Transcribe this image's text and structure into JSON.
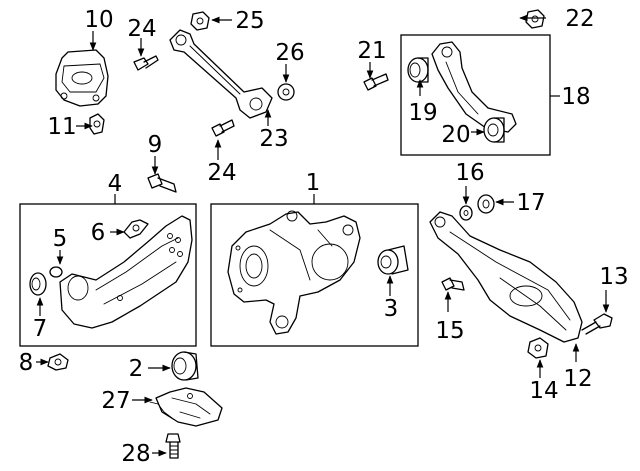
{
  "callouts": [
    {
      "id": "1",
      "label": "1"
    },
    {
      "id": "2",
      "label": "2"
    },
    {
      "id": "3",
      "label": "3"
    },
    {
      "id": "4",
      "label": "4"
    },
    {
      "id": "5",
      "label": "5"
    },
    {
      "id": "6",
      "label": "6"
    },
    {
      "id": "7",
      "label": "7"
    },
    {
      "id": "8",
      "label": "8"
    },
    {
      "id": "9",
      "label": "9"
    },
    {
      "id": "10",
      "label": "10"
    },
    {
      "id": "11",
      "label": "11"
    },
    {
      "id": "12",
      "label": "12"
    },
    {
      "id": "13",
      "label": "13"
    },
    {
      "id": "14",
      "label": "14"
    },
    {
      "id": "15",
      "label": "15"
    },
    {
      "id": "16",
      "label": "16"
    },
    {
      "id": "17",
      "label": "17"
    },
    {
      "id": "18",
      "label": "18"
    },
    {
      "id": "19",
      "label": "19"
    },
    {
      "id": "20",
      "label": "20"
    },
    {
      "id": "21",
      "label": "21"
    },
    {
      "id": "22",
      "label": "22"
    },
    {
      "id": "23",
      "label": "23"
    },
    {
      "id": "24a",
      "label": "24"
    },
    {
      "id": "24b",
      "label": "24"
    },
    {
      "id": "25",
      "label": "25"
    },
    {
      "id": "26",
      "label": "26"
    },
    {
      "id": "27",
      "label": "27"
    },
    {
      "id": "28",
      "label": "28"
    }
  ]
}
